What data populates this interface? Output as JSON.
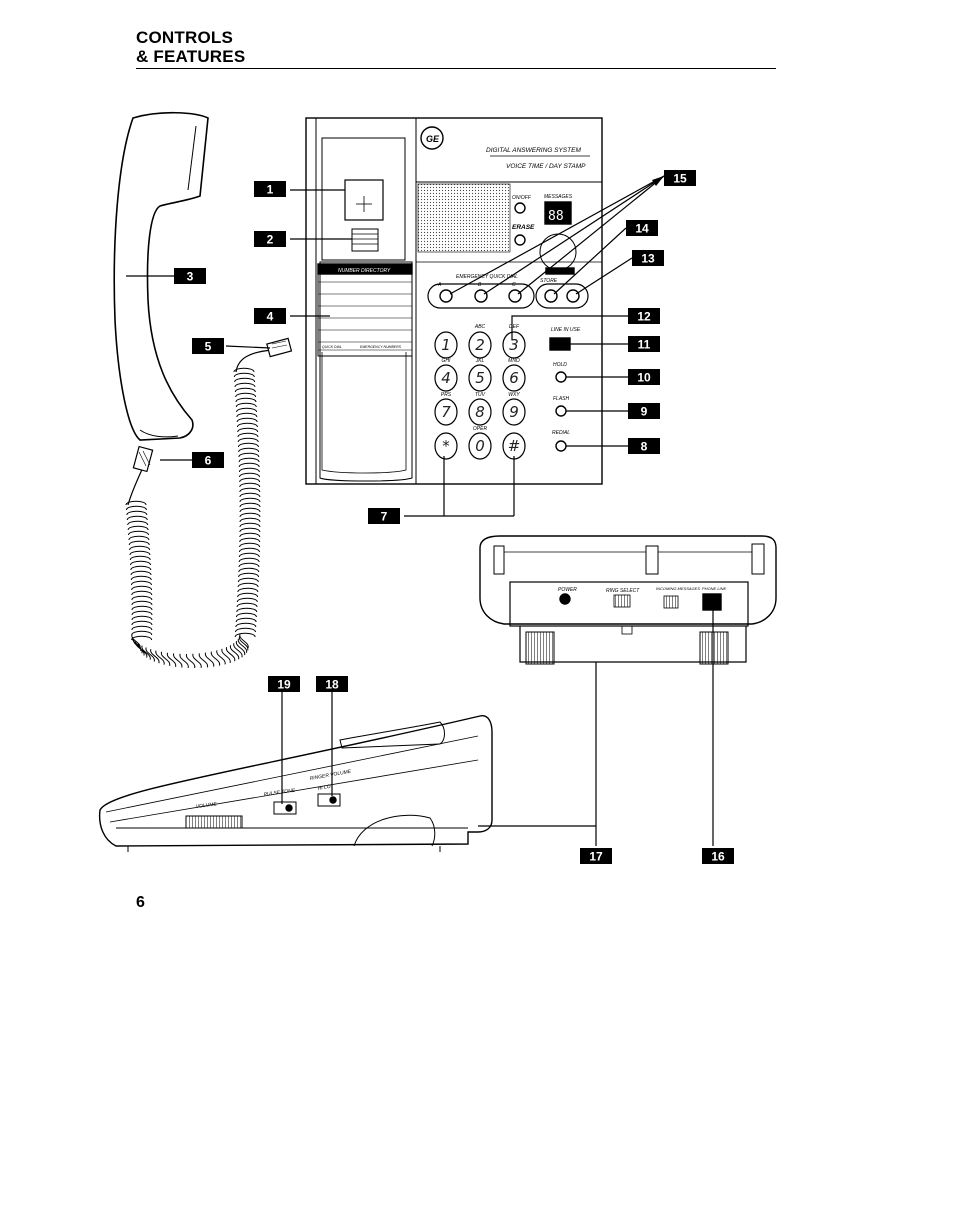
{
  "header": {
    "title_line1": "CONTROLS",
    "title_line2": "& FEATURES"
  },
  "page_number": "6",
  "callouts": [
    "1",
    "2",
    "3",
    "4",
    "5",
    "6",
    "7",
    "8",
    "9",
    "10",
    "11",
    "12",
    "13",
    "14",
    "15",
    "16",
    "17",
    "18",
    "19"
  ],
  "phone_labels": {
    "brand": "GE",
    "system_title": "DIGITAL ANSWERING SYSTEM",
    "system_subtitle": "VOICE TIME / DAY STAMP",
    "on_off": "ON/OFF",
    "messages": "MESSAGES",
    "message_count": "88",
    "erase": "ERASE",
    "emergency_quick_dial": "EMERGENCY QUICK DIAL",
    "memory_a": "A",
    "memory_b": "B",
    "memory_c": "C",
    "store": "STORE",
    "line_in_use": "LINE IN USE",
    "hold": "HOLD",
    "flash": "FLASH",
    "redial": "REDIAL",
    "number_directory": "NUMBER DIRECTORY",
    "quick_dial": "QUICK DIAL",
    "emergency_numbers": "EMERGENCY NUMBERS",
    "keys": [
      "1",
      "2",
      "3",
      "4",
      "5",
      "6",
      "7",
      "8",
      "9",
      "*",
      "0",
      "#"
    ],
    "key_letters": [
      "ABC",
      "DEF",
      "GHI",
      "JKL",
      "MNO",
      "PRS",
      "TUV",
      "WXY",
      "OPER"
    ],
    "power": "POWER",
    "ring_select": "RING SELECT",
    "incoming_messages": "INCOMING MESSAGES",
    "phone_line": "PHONE LINE",
    "volume": "VOLUME",
    "pulse_tone": "PULSE  TONE",
    "ringer_volume": "RINGER VOLUME",
    "hi_lo": "HI  LO"
  }
}
